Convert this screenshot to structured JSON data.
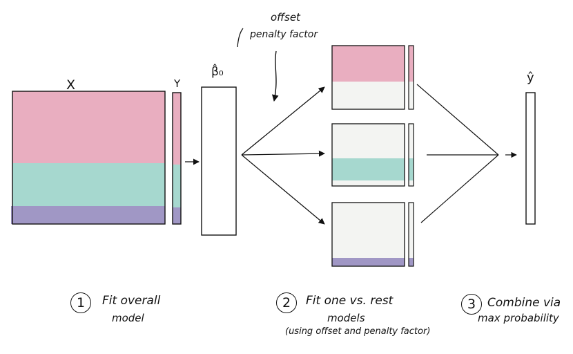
{
  "colors": {
    "pink": "#e9aec0",
    "teal": "#a6d8cf",
    "purple": "#a097c5",
    "light": "#f3f4f2",
    "stroke": "#111111"
  },
  "labels": {
    "x": "X",
    "y": "Y",
    "beta": "β̂₀",
    "yhat": "ŷ",
    "offset_line1": "offset",
    "offset_line2": "penalty factor"
  },
  "steps": [
    {
      "number": "1",
      "line1": "Fit overall",
      "line2": "model"
    },
    {
      "number": "2",
      "line1": "Fit one vs. rest",
      "line2": "models",
      "line3": "(using offset and penalty factor)"
    },
    {
      "number": "3",
      "line1": "Combine via",
      "line2": "max probability"
    }
  ]
}
